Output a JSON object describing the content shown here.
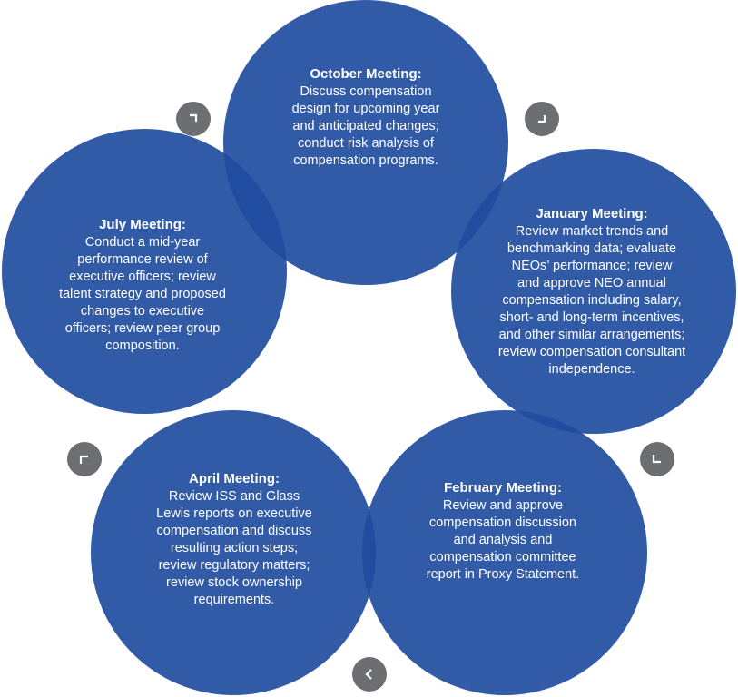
{
  "meetings": {
    "october": {
      "title": "October Meeting:",
      "lines": [
        "Discuss compensation",
        "design for upcoming year",
        "and anticipated changes;",
        "conduct risk analysis of",
        "compensation programs."
      ]
    },
    "january": {
      "title": "January Meeting:",
      "lines": [
        "Review market trends and",
        "benchmarking data; evaluate",
        "NEOs’ performance; review",
        "and approve NEO annual",
        "compensation including salary,",
        "short- and long-term incentives,",
        "and other similar arrangements;",
        "review compensation consultant",
        "independence."
      ]
    },
    "february": {
      "title": "February Meeting:",
      "lines": [
        "Review and approve",
        "compensation discussion",
        "and analysis and",
        "compensation committee",
        "report in Proxy Statement."
      ]
    },
    "april": {
      "title": "April Meeting:",
      "lines": [
        "Review ISS and Glass",
        "Lewis reports on executive",
        "compensation and discuss",
        "resulting action steps;",
        "review regulatory matters;",
        "review stock ownership",
        "requirements."
      ]
    },
    "july": {
      "title": "July Meeting:",
      "lines": [
        "Conduct a mid-year",
        "performance review of",
        "executive officers; review",
        "talent strategy and proposed",
        "changes to executive",
        "officers; review peer group",
        "composition."
      ]
    }
  },
  "arrows": [
    "chevron-icon",
    "chevron-icon",
    "chevron-icon",
    "chevron-icon",
    "chevron-icon"
  ],
  "colors": {
    "circle": "#204ca0",
    "arrow": "#6d6e71",
    "text": "#ffffff"
  }
}
